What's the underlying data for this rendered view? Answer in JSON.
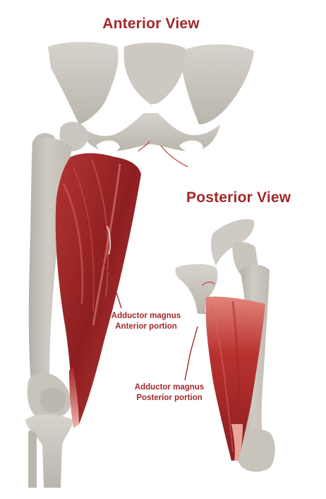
{
  "titles": {
    "anterior": "Anterior View",
    "posterior": "Posterior View"
  },
  "callouts": {
    "anterior": {
      "line1": "Adductor magnus",
      "line2": "Anterior portion"
    },
    "posterior": {
      "line1": "Adductor magnus",
      "line2": "Posterior portion"
    }
  },
  "colors": {
    "title_red": "#a3282a",
    "label_red": "#a3282a",
    "bone": "#c9c5bd",
    "bone_light": "#dedbd5",
    "bone_shadow": "#a9a49b",
    "muscle_dark": "#8c1d1f",
    "muscle_mid": "#b93a38",
    "muscle_light": "#e79a8f",
    "leader_line": "#a3282a"
  }
}
